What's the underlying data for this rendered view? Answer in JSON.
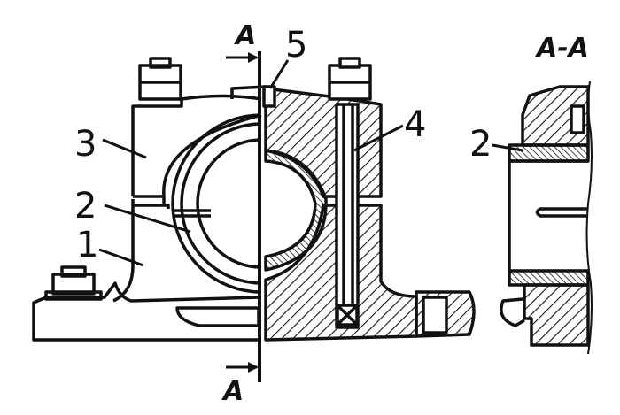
{
  "drawing": {
    "ink_color": "#111111",
    "paper_color": "#ffffff",
    "labels": {
      "part_1": "1",
      "part_2": "2",
      "part_3": "3",
      "part_4": "4",
      "part_5": "5",
      "section_top": "A",
      "section_bottom": "A",
      "section_view_title": "A-A",
      "section_view_part_2": "2"
    }
  }
}
